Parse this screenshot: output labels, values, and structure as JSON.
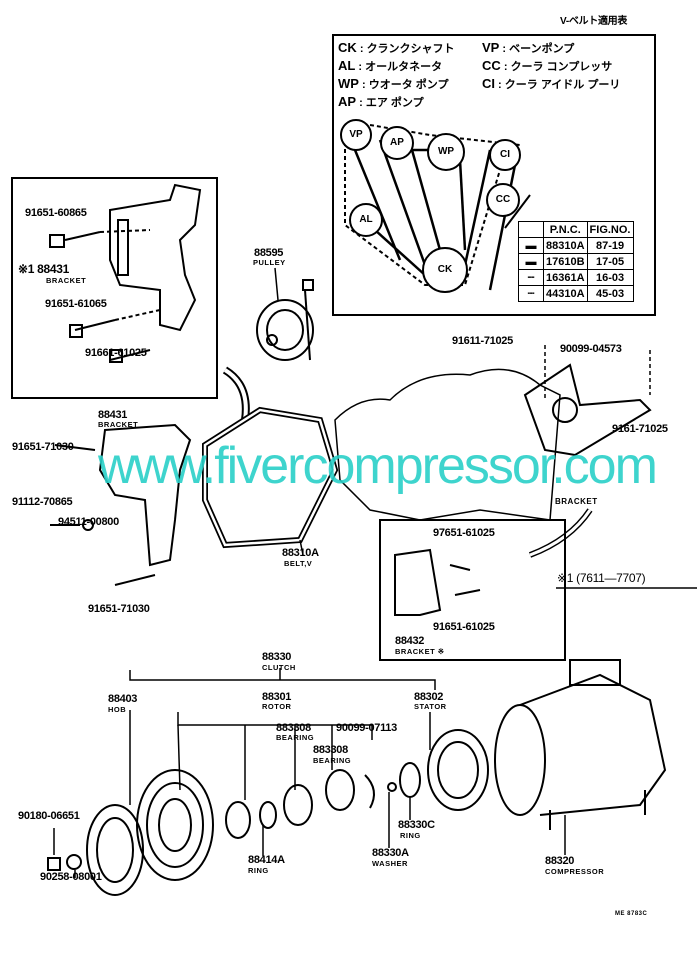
{
  "title": "V-ベルト適用表",
  "legend": [
    {
      "code": "CK",
      "name": "クランクシャフト"
    },
    {
      "code": "VP",
      "name": "ベーンポンプ"
    },
    {
      "code": "AL",
      "name": "オールタネータ"
    },
    {
      "code": "CC",
      "name": "クーラ コンプレッサ"
    },
    {
      "code": "WP",
      "name": "ウオータ ポンプ"
    },
    {
      "code": "CI",
      "name": "クーラ アイドル プーリ"
    },
    {
      "code": "AP",
      "name": "エア ポンプ"
    }
  ],
  "belt_nodes": [
    "VP",
    "AP",
    "WP",
    "CI",
    "CC",
    "AL",
    "CK"
  ],
  "table": {
    "headers": [
      "P.N.C.",
      "FIG.NO."
    ],
    "rows": [
      [
        "88310A",
        "87-19"
      ],
      [
        "17610B",
        "17-05"
      ],
      [
        "16361A",
        "16-03"
      ],
      [
        "44310A",
        "45-03"
      ]
    ]
  },
  "parts": {
    "p1": "91651-60865",
    "p2": "※1 88431",
    "p2s": "BRACKET",
    "p3": "91651-61065",
    "p4": "91661-61025",
    "p5": "88595",
    "p5s": "PULLEY",
    "p6": "88431",
    "p6s": "BRACKET",
    "p7": "91651-71030",
    "p8": "91112-70865",
    "p9": "94511-00800",
    "p10": "91651-71030",
    "p11": "88310A",
    "p11s": "BELT,V",
    "p12": "91611-71025",
    "p13": "90099-04573",
    "p14": "9161-71025",
    "p15s": "BRACKET",
    "p16": "97651-61025",
    "p17": "91651-61025",
    "p18": "88432",
    "p18s": "BRACKET ※",
    "p19": "※1 (7611—7707)",
    "p20": "88330",
    "p20s": "CLUTCH",
    "p21": "88403",
    "p21s": "HOB",
    "p22": "88301",
    "p22s": "ROTOR",
    "p23": "88302",
    "p23s": "STATOR",
    "p24": "883308",
    "p24s": "BEARING",
    "p25": "90099-07113",
    "p26": "883308",
    "p26s": "BEARING",
    "p27": "90180-06651",
    "p28": "88414A",
    "p28s": "RING",
    "p29": "88330C",
    "p29s": "RING",
    "p30": "88330A",
    "p30s": "WASHER",
    "p31": "88320",
    "p31s": "COMPRESSOR",
    "p32": "90258-08001",
    "ref": "ME 8783C"
  },
  "watermark": "www.fivercompressor.com"
}
